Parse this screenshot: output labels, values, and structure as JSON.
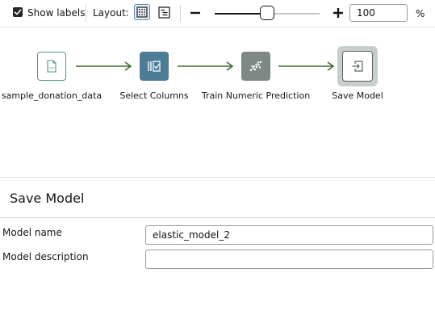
{
  "toolbar": {
    "show_labels": "Show labels",
    "show_labels_checked": true,
    "layout_label": "Layout:",
    "layout_options": [
      "grid-layout-icon",
      "list-layout-icon"
    ],
    "zoom_value": "100",
    "zoom_unit": "%",
    "zoom_slider_fraction": 0.5
  },
  "pipeline": {
    "nodes": [
      {
        "label": "sample_donation_data",
        "icon": "csv-file-icon",
        "color": "#ffffff",
        "border": "#4f9a78"
      },
      {
        "label": "Select Columns",
        "icon": "select-columns-icon",
        "color": "#4d7c96",
        "border": "#4d7c96"
      },
      {
        "label": "Train Numeric Prediction",
        "icon": "scatter-plot-icon",
        "color": "#7e8985",
        "border": "#7e8985"
      },
      {
        "label": "Save Model",
        "icon": "save-model-icon",
        "color": "#ffffff",
        "border": "#5a6360",
        "selected": true
      }
    ],
    "connector_color": "#3f6a2a"
  },
  "panel": {
    "title": "Save Model",
    "fields": [
      {
        "label": "Model name",
        "value": "elastic_model_2"
      },
      {
        "label": "Model description",
        "value": ""
      }
    ]
  }
}
